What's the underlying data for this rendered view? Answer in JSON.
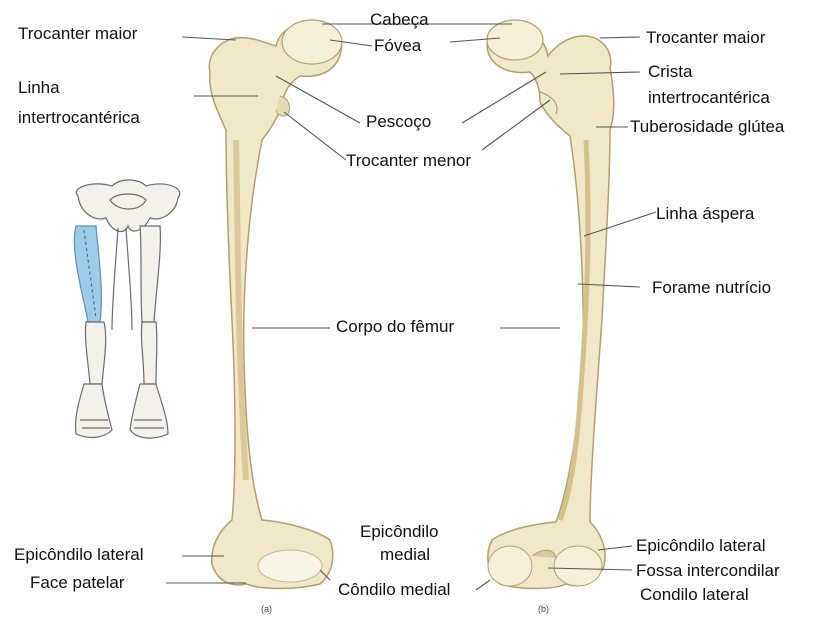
{
  "colors": {
    "bone_fill": "#f1e8c8",
    "bone_shade": "#d9c99a",
    "bone_outline": "#b39f6e",
    "leader_line": "#555555",
    "highlight_femur": "#9ecbe8"
  },
  "figure_a": {
    "caption": "(a)",
    "labels": {
      "trocanter_maior": "Trocanter maior",
      "linha_intertrocanterica_1": "Linha",
      "linha_intertrocanterica_2": "intertrocantérica",
      "epicondilo_lateral": "Epicôndilo lateral",
      "face_patelar": "Face patelar"
    }
  },
  "shared_labels": {
    "cabeca": "Cabeça",
    "fovea": "Fóvea",
    "pescoco": "Pescoço",
    "trocanter_menor": "Trocanter menor",
    "corpo_do_femur": "Corpo do fêmur",
    "epicondilo_medial_1": "Epicôndilo",
    "epicondilo_medial_2": "medial",
    "condilo_medial": "Côndilo medial"
  },
  "figure_b": {
    "caption": "(b)",
    "labels": {
      "trocanter_maior": "Trocanter maior",
      "crista_1": "Crista",
      "crista_2": "intertrocantérica",
      "tuberosidade_glutea": "Tuberosidade glútea",
      "linha_aspera": "Linha áspera",
      "forame_nutricio": "Forame nutrício",
      "epicondilo_lateral": "Epicôndilo lateral",
      "fossa_intercondilar": "Fossa intercondilar",
      "condilo_lateral": "Condilo lateral"
    }
  }
}
